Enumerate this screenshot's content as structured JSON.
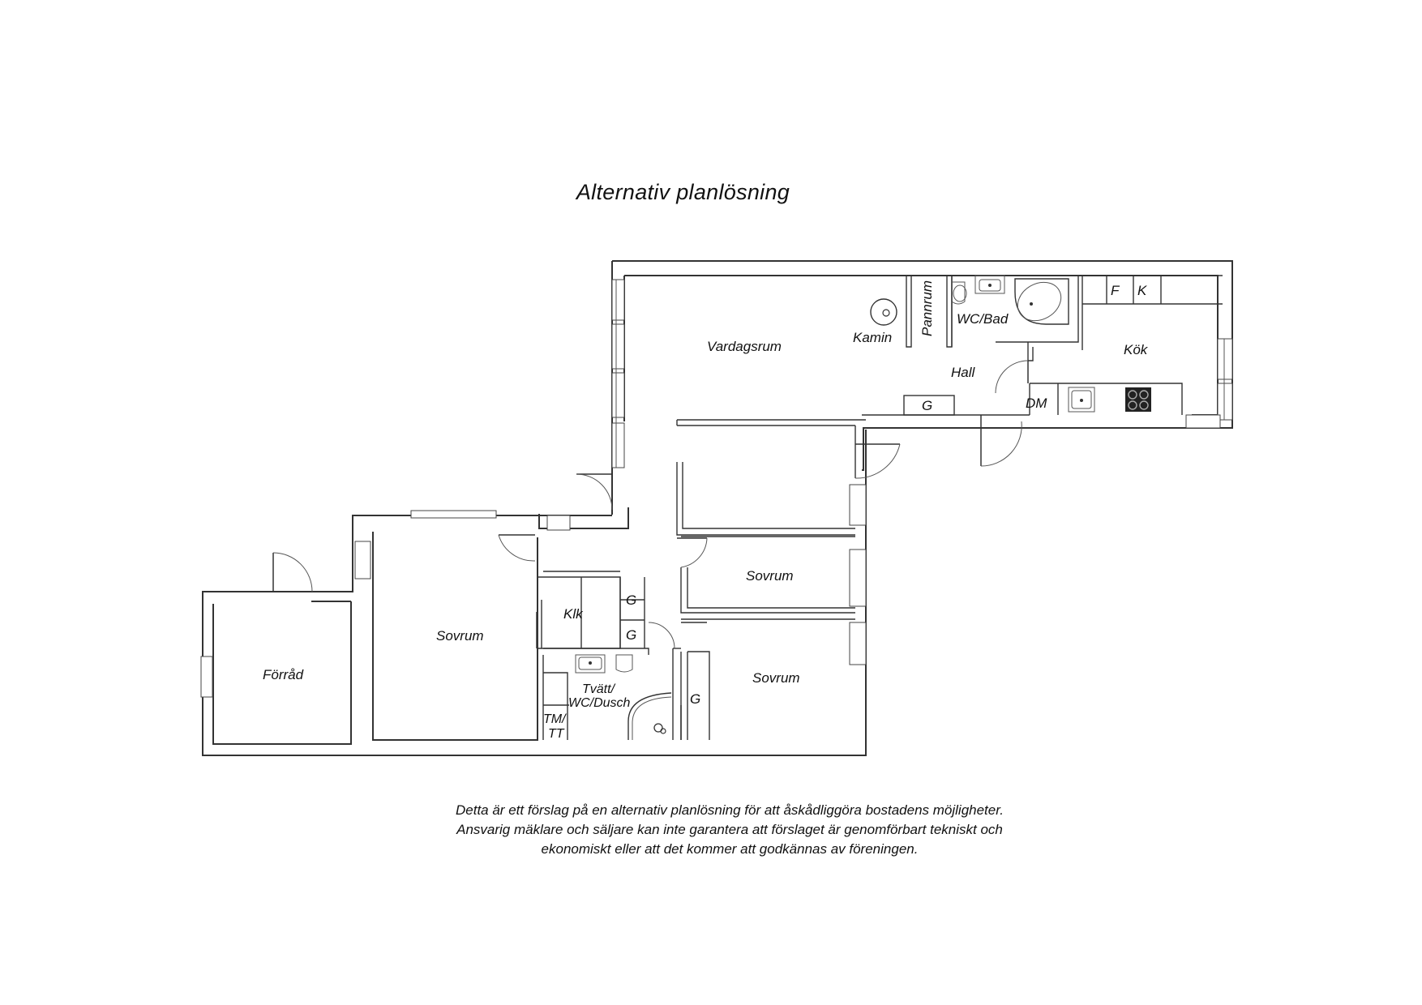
{
  "title": "Alternativ planlösning",
  "rooms": {
    "vardagsrum": "Vardagsrum",
    "kamin": "Kamin",
    "pannrum": "Pannrum",
    "wc_bad": "WC/Bad",
    "kok": "Kök",
    "fridge": "F",
    "freezer": "K",
    "hall": "Hall",
    "wardrobe_hall": "G",
    "dm": "DM",
    "sovrum_top": "Sovrum",
    "sovrum_mid": "Sovrum",
    "sovrum_left": "Sovrum",
    "klk": "Klk",
    "wardrobe_1": "G",
    "wardrobe_2": "G",
    "wardrobe_3": "G",
    "tvatt_line1": "Tvätt/",
    "tvatt_line2": "WC/Dusch",
    "tm_line1": "TM/",
    "tm_line2": "TT",
    "forrad": "Förråd"
  },
  "disclaimer": {
    "line1": "Detta är ett förslag på en alternativ planlösning för att åskådliggöra bostadens möjligheter.",
    "line2": "Ansvarig mäklare och säljare kan inte garantera att förslaget är genomförbart tekniskt och",
    "line3": "ekonomiskt eller att det kommer att godkännas av föreningen."
  }
}
